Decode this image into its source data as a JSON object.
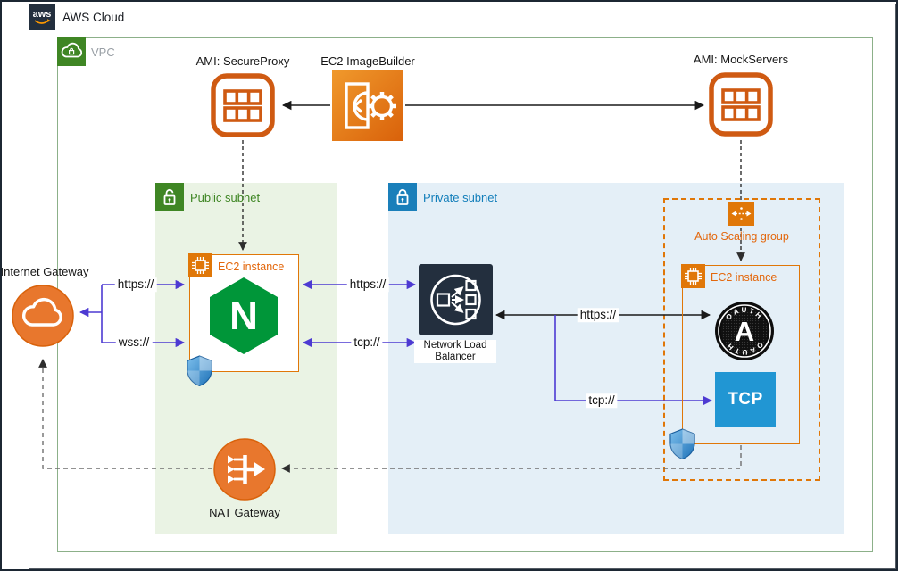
{
  "diagram": {
    "aws_cloud_label": "AWS Cloud",
    "aws_logo_text": "aws",
    "vpc_label": "VPC",
    "public_subnet_label": "Public subnet",
    "private_subnet_label": "Private subnet",
    "auto_scaling_label": "Auto Scaling group"
  },
  "nodes": {
    "ami_secureproxy": "AMI: SecureProxy",
    "ec2_imagebuilder": "EC2 ImageBuilder",
    "ami_mockservers": "AMI: MockServers",
    "internet_gateway": "Internet Gateway",
    "ec2_public": "EC2 instance",
    "nginx_letter": "N",
    "nlb": "Network Load Balancer",
    "nat_gateway": "NAT Gateway",
    "ec2_private": "EC2 instance",
    "oauth_letter": "A",
    "oauth_ring": "OAUTH",
    "tcp": "TCP"
  },
  "edge_labels": {
    "igw_https": "https://",
    "igw_wss": "wss://",
    "nlb_https": "https://",
    "nlb_tcp": "tcp://",
    "oauth_https": "https://",
    "tcp_conn": "tcp://"
  },
  "icons": {
    "aws_logo": "aws-smile-logo",
    "vpc": "cloud-icon",
    "public_subnet": "open-lock-icon",
    "private_subnet": "lock-icon",
    "ami": "ami-grid-icon",
    "image_builder": "image-builder-gear-icon",
    "internet_gateway": "cloud-gateway-icon",
    "ec2": "ec2-chip-icon",
    "nginx": "nginx-hexagon-logo",
    "security_group": "shield-icon",
    "nlb": "load-balancer-icon",
    "nat": "nat-gateway-icon",
    "auto_scaling": "auto-scaling-icon",
    "oauth": "oauth-logo",
    "tcp": "tcp-protocol-box"
  },
  "colors": {
    "aws_orange": "#E07708",
    "aws_dark": "#232F3E",
    "subnet_green": "#3F8624",
    "subnet_blue": "#127EBA",
    "public_bg": "#EAF3E4",
    "private_bg": "#E4EFF7",
    "nginx_green": "#009639",
    "tcp_blue": "#2196D3",
    "arrow_purple": "#4D3AD2",
    "nlb_dark": "#232F3E"
  }
}
